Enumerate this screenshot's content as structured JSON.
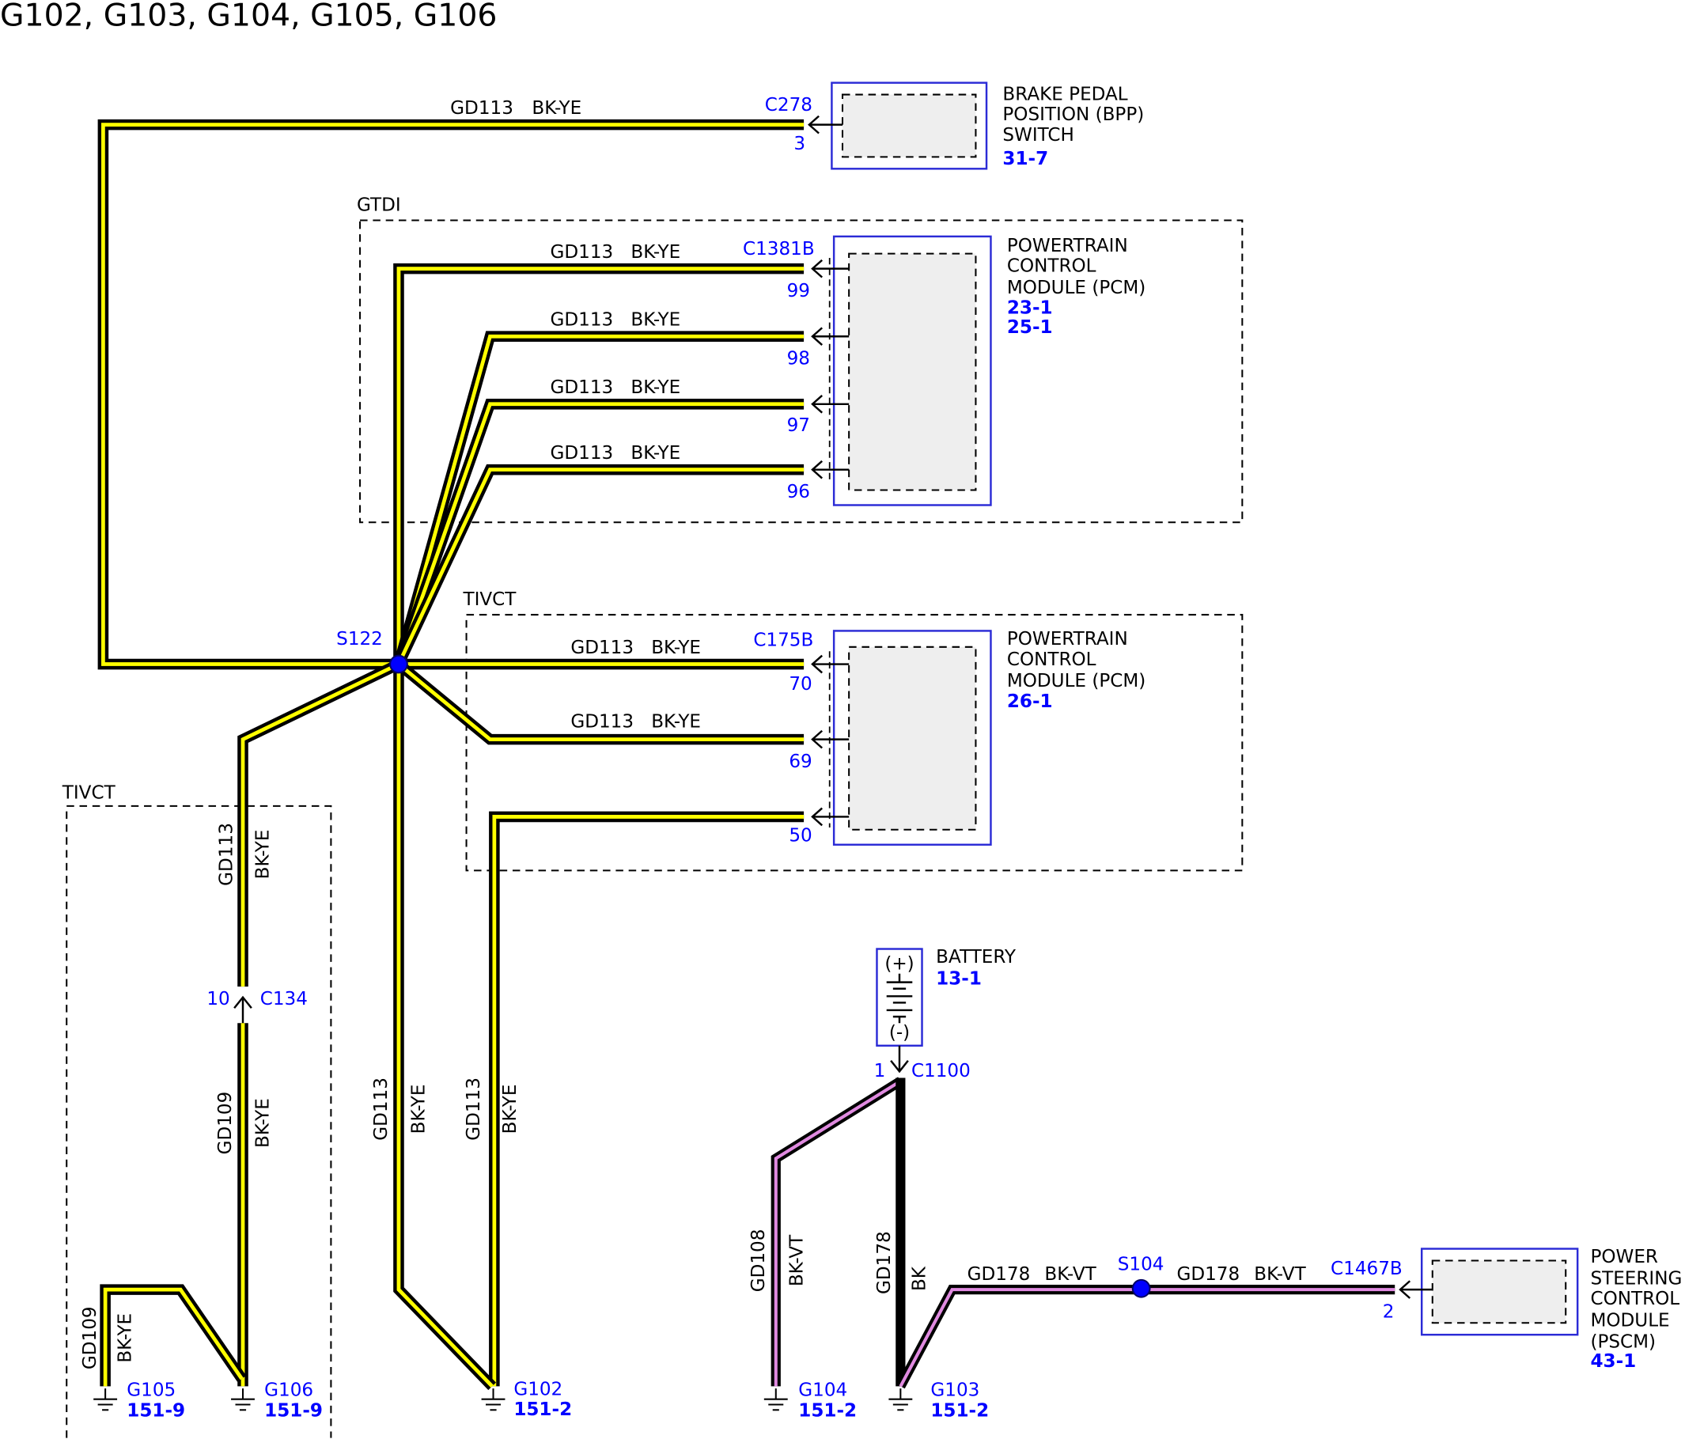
{
  "title": "G102, G103, G104, G105, G106",
  "colors": {
    "connector_blue": "#0000ff",
    "component_border": "#2b2bd6",
    "component_fill": "#eeeeee",
    "wire_yellow": "#ffff00",
    "wire_violet": "#e08ae0",
    "splice_fill": "#0000ff"
  },
  "zones": {
    "gtdi": "GTDI",
    "tivct_pcm": "TIVCT",
    "tivct_ground": "TIVCT"
  },
  "components": {
    "bpp_switch": {
      "name_lines": [
        "BRAKE PEDAL",
        "POSITION (BPP)",
        "SWITCH"
      ],
      "page_refs": [
        "31-7"
      ],
      "connector": "C278",
      "pins": [
        "3"
      ]
    },
    "pcm_gtdi": {
      "name_lines": [
        "POWERTRAIN",
        "CONTROL",
        "MODULE (PCM)"
      ],
      "page_refs": [
        "23-1",
        "25-1"
      ],
      "connector": "C1381B",
      "pins": [
        "99",
        "98",
        "97",
        "96"
      ]
    },
    "pcm_tivct": {
      "name_lines": [
        "POWERTRAIN",
        "CONTROL",
        "MODULE (PCM)"
      ],
      "page_refs": [
        "26-1"
      ],
      "connector": "C175B",
      "pins": [
        "70",
        "69",
        "50"
      ]
    },
    "battery": {
      "name_lines": [
        "BATTERY"
      ],
      "page_refs": [
        "13-1"
      ],
      "positive": "(+)",
      "negative": "(-)",
      "connector": "C1100",
      "pins": [
        "1"
      ]
    },
    "pscm": {
      "name_lines": [
        "POWER",
        "STEERING",
        "CONTROL",
        "MODULE",
        "(PSCM)"
      ],
      "page_refs": [
        "43-1"
      ],
      "connector": "C1467B",
      "pins": [
        "2"
      ]
    }
  },
  "inline_connector": {
    "name": "C134",
    "pin": "10"
  },
  "splices": {
    "s122": "S122",
    "s104": "S104"
  },
  "grounds": [
    {
      "name": "G105",
      "ref": "151-9"
    },
    {
      "name": "G106",
      "ref": "151-9"
    },
    {
      "name": "G102",
      "ref": "151-2"
    },
    {
      "name": "G104",
      "ref": "151-2"
    },
    {
      "name": "G103",
      "ref": "151-2"
    }
  ],
  "wires": [
    {
      "circuit": "GD113",
      "color": "BK-YE"
    },
    {
      "circuit": "GD113",
      "color": "BK-YE"
    },
    {
      "circuit": "GD113",
      "color": "BK-YE"
    },
    {
      "circuit": "GD113",
      "color": "BK-YE"
    },
    {
      "circuit": "GD113",
      "color": "BK-YE"
    },
    {
      "circuit": "GD113",
      "color": "BK-YE"
    },
    {
      "circuit": "GD113",
      "color": "BK-YE"
    },
    {
      "circuit": "GD113",
      "color": "BK-YE"
    },
    {
      "circuit": "GD113",
      "color": "BK-YE"
    },
    {
      "circuit": "GD113",
      "color": "BK-YE"
    },
    {
      "circuit": "GD109",
      "color": "BK-YE"
    },
    {
      "circuit": "GD109",
      "color": "BK-YE"
    },
    {
      "circuit": "GD108",
      "color": "BK-VT"
    },
    {
      "circuit": "GD178",
      "color": "BK"
    },
    {
      "circuit": "GD178",
      "color": "BK-VT"
    },
    {
      "circuit": "GD178",
      "color": "BK-VT"
    }
  ]
}
